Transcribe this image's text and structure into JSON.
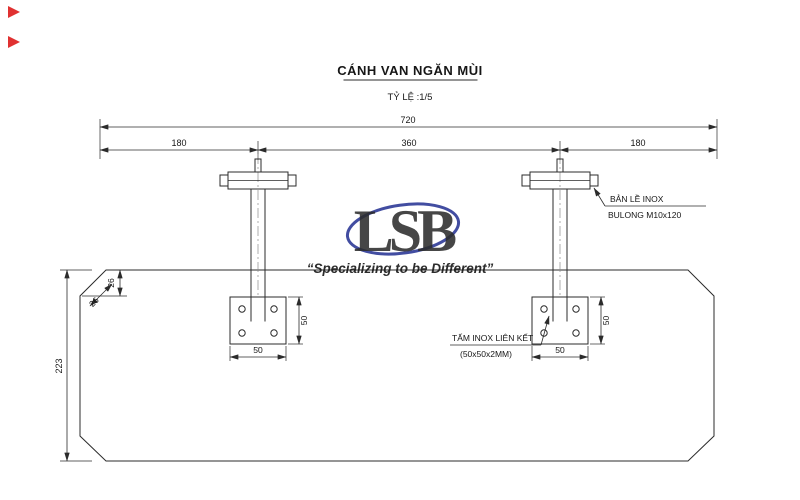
{
  "drawing": {
    "title": "CÁNH VAN NGĂN MÙI",
    "scale_note": "TỶ LỆ :1/5"
  },
  "dims": {
    "total_width": "720",
    "left_offset": "180",
    "center_span": "360",
    "right_offset": "180",
    "body_height": "223",
    "chamfer_v": "26",
    "chamfer_d": "26",
    "plate_w": "50",
    "plate_h": "50"
  },
  "callouts": {
    "hinge_title": "BẢN LỀ INOX",
    "hinge_detail": "BULONG M10x120",
    "plate_title": "TẤM INOX LIÊN KẾT",
    "plate_detail": "(50x50x2MM)"
  },
  "watermark": {
    "logo_text": "LSB",
    "slogan": "“Specializing to be Different”",
    "logo_color": "#2e3a97",
    "slogan_color_start": "#2fae4a",
    "slogan_color_end": "#2e3a97"
  },
  "annotations": {
    "marker_color": "#e03131"
  }
}
